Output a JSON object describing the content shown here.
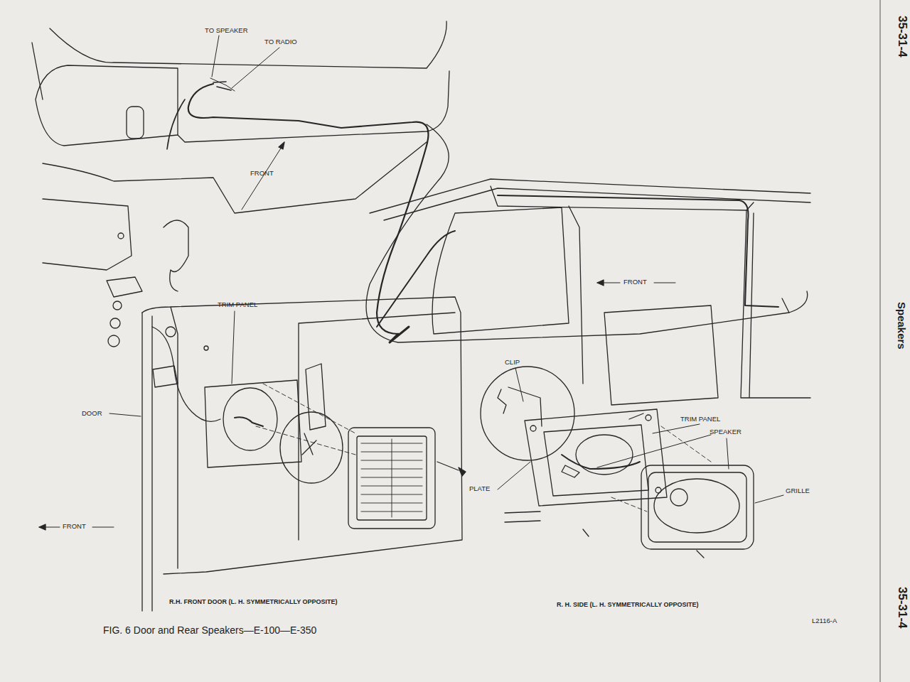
{
  "diagram": {
    "title": "Speakers",
    "caption": "FIG. 6 Door and Rear Speakers—E-100—E-350",
    "labels": [
      "35-31-4",
      "35-31-4",
      "TO SPEAKER",
      "TO RADIO",
      "FRONT",
      "TRIM PANEL",
      "DOOR",
      "FRONT",
      "FRONT",
      "CLIP",
      "TRIM PANEL",
      "SPEAKER",
      "PLATE",
      "GRILLE",
      "R.H. FRONT DOOR (L. H. SYMMETRICALLY OPPOSITE)",
      "R. H. SIDE (L. H. SYMMETRICALLY OPPOSITE)",
      "L2116-A"
    ]
  }
}
